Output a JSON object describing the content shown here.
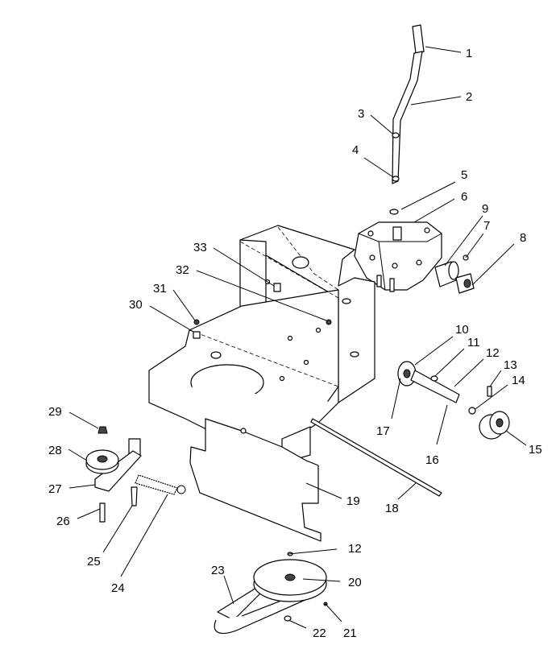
{
  "callouts": {
    "c1": "1",
    "c2": "2",
    "c3": "3",
    "c4": "4",
    "c5": "5",
    "c6": "6",
    "c7": "7",
    "c8": "8",
    "c9": "9",
    "c10": "10",
    "c11": "11",
    "c12a": "12",
    "c12b": "12",
    "c13": "13",
    "c14": "14",
    "c15": "15",
    "c16": "16",
    "c17": "17",
    "c18": "18",
    "c19": "19",
    "c20": "20",
    "c21": "21",
    "c22": "22",
    "c23": "23",
    "c24": "24",
    "c25": "25",
    "c26": "26",
    "c27": "27",
    "c28": "28",
    "c29": "29",
    "c30": "30",
    "c31": "31",
    "c32": "32",
    "c33": "33"
  }
}
